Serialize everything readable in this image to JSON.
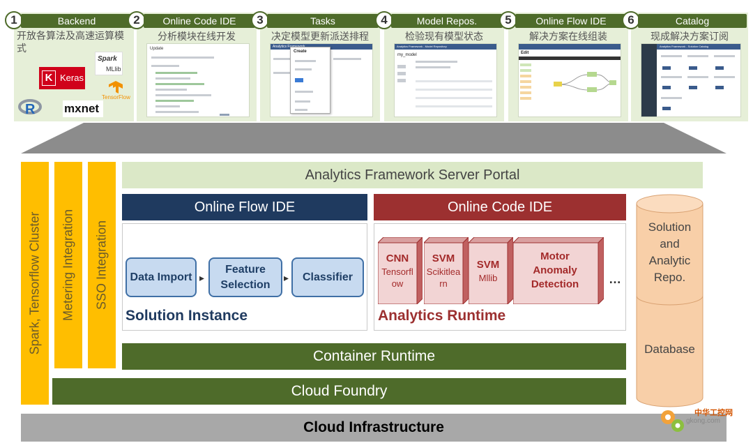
{
  "steps": [
    {
      "num": "1",
      "title": "Backend",
      "caption": "开放各算法及高速运算模式"
    },
    {
      "num": "2",
      "title": "Online Code IDE",
      "caption": "分析模块在线开发"
    },
    {
      "num": "3",
      "title": "Tasks",
      "caption": "决定模型更新派送排程"
    },
    {
      "num": "4",
      "title": "Model Repos.",
      "caption": "检验现有模型状态"
    },
    {
      "num": "5",
      "title": "Online Flow IDE",
      "caption": "解决方案在线组装"
    },
    {
      "num": "6",
      "title": "Catalog",
      "caption": "现成解决方案订阅"
    }
  ],
  "backend_logos": {
    "keras": "Keras",
    "keras_mark": "K",
    "spark": "Spark",
    "mllib": "MLlib",
    "tensorflow": "TensorFlow",
    "r": "R",
    "mxnet": "mxnet"
  },
  "screenshots": {
    "code_ide_title": "Update",
    "tasks_title": "Analytics Framework",
    "tasks_dialog": "Create",
    "model_title": "Analytics Framework - Model Repository",
    "model_name": "my_model",
    "flow_title": "Edit",
    "catalog_title": "Analytics Framework - Solution Catalog"
  },
  "side_bars": {
    "spark": "Spark, Tensorflow Cluster",
    "metering": "Metering Integration",
    "sso": "SSO Integration"
  },
  "portal": "Analytics Framework Server Portal",
  "flow_ide": {
    "header": "Online Flow IDE",
    "nodes": [
      "Data Import",
      "Feature Selection",
      "Classifier"
    ],
    "title": "Solution Instance"
  },
  "code_ide": {
    "header": "Online Code IDE",
    "cubes": [
      {
        "title": "CNN",
        "sub": "Tensorflow"
      },
      {
        "title": "SVM",
        "sub": "Scikitlearn"
      },
      {
        "title": "SVM",
        "sub": "Mllib"
      },
      {
        "title": "Motor Anomaly Detection",
        "sub": ""
      }
    ],
    "more": "…",
    "title": "Analytics Runtime"
  },
  "container_runtime": "Container Runtime",
  "cloud_foundry": "Cloud Foundry",
  "cloud_infrastructure": "Cloud Infrastructure",
  "database": {
    "top": "Solution and Analytic Repo.",
    "bottom": "Database"
  },
  "watermark": {
    "cn": "中华工控网",
    "url": "gkong.com"
  },
  "colors": {
    "step_header": "#4e6b2a",
    "step_bg": "#e6efd8",
    "flow_ide": "#1f3a5f",
    "code_ide": "#9c3030",
    "side_bar": "#ffbe00",
    "portal": "#dbe8c7",
    "green_bar": "#4e6b2a",
    "infra": "#a8a8a8",
    "db": "#f8cfa8"
  }
}
